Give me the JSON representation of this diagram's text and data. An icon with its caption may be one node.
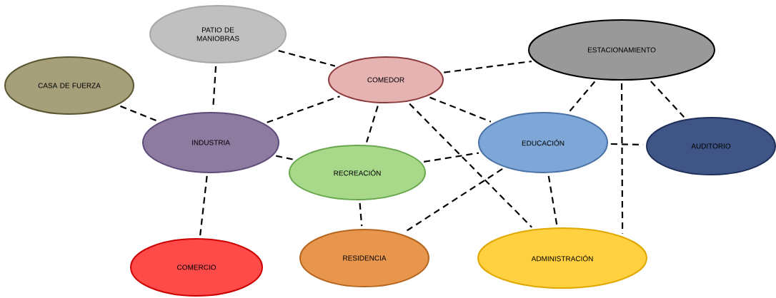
{
  "diagram": {
    "nodes": [
      {
        "text": [
          "PATIO DE MANIOBRAS"
        ]
      },
      {
        "text": [
          "ESTACIONAMIENTO"
        ]
      },
      {
        "text": [
          "CASA DE FUERZA"
        ]
      },
      {
        "text": [
          "COMEDOR"
        ]
      },
      {
        "text": [
          "INDUSTRIA"
        ]
      },
      {
        "text": [
          "EDUCACIÓN"
        ]
      },
      {
        "text": [
          "AUDITORIO"
        ]
      },
      {
        "text": [
          "RECREACIÓN"
        ]
      },
      {
        "text": [
          "COMERCIO"
        ]
      },
      {
        "text": [
          "RESIDENCIA"
        ]
      },
      {
        "text": [
          "ADMINISTRACIÓN"
        ]
      }
    ],
    "edges": [
      {
        "from": 0,
        "to": 3,
        "arrow": "none"
      },
      {
        "from": 0,
        "to": 4,
        "arrow": "none"
      },
      {
        "from": 2,
        "to": 4,
        "arrow": "none"
      },
      {
        "from": 4,
        "to": 3,
        "arrow": "none"
      },
      {
        "from": 3,
        "to": 1,
        "arrow": "none"
      },
      {
        "from": 3,
        "to": 5,
        "arrow": "none"
      },
      {
        "from": 3,
        "to": 7,
        "arrow": "none"
      },
      {
        "from": 3,
        "to": 10,
        "arrow": "none"
      },
      {
        "from": 4,
        "to": 7,
        "arrow": "none"
      },
      {
        "from": 4,
        "to": 8,
        "arrow": "none"
      },
      {
        "from": 7,
        "to": 5,
        "arrow": "none"
      },
      {
        "from": 7,
        "to": 9,
        "arrow": "none"
      },
      {
        "from": 5,
        "to": 9,
        "arrow": "none"
      },
      {
        "from": 5,
        "to": 10,
        "arrow": "none"
      },
      {
        "from": 5,
        "to": 6,
        "arrow": "none"
      },
      {
        "from": 1,
        "to": 5,
        "arrow": "none"
      },
      {
        "from": 1,
        "to": 6,
        "arrow": "none"
      },
      {
        "from": 1,
        "to": 10,
        "arrow": "none"
      }
    ]
  }
}
